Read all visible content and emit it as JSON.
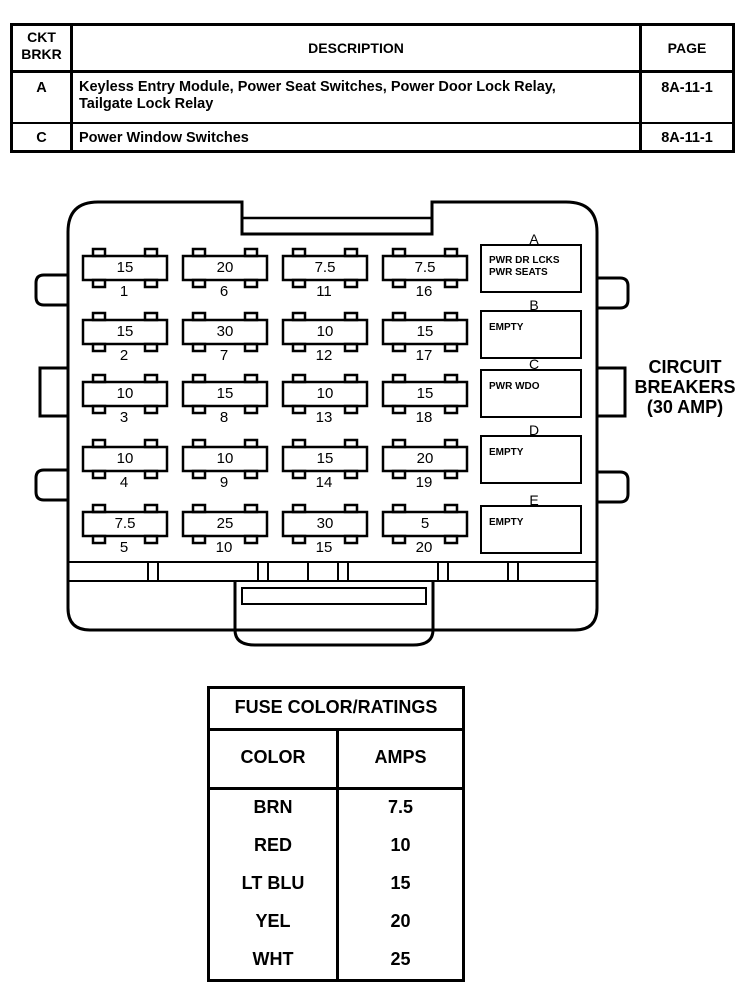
{
  "circuit_table": {
    "headers": {
      "ckt": [
        "CKT",
        "BRKR"
      ],
      "description": "DESCRIPTION",
      "page": "PAGE"
    },
    "rows": [
      {
        "ckt": "A",
        "description_lines": [
          "Keyless Entry Module, Power Seat Switches, Power Door Lock Relay,",
          "Tailgate Lock Relay"
        ],
        "page": "8A-11-1"
      },
      {
        "ckt": "C",
        "description_lines": [
          "Power Window Switches"
        ],
        "page": "8A-11-1"
      }
    ]
  },
  "fuse_block": {
    "columns": [
      [
        {
          "value": "15",
          "number": "1"
        },
        {
          "value": "15",
          "number": "2"
        },
        {
          "value": "10",
          "number": "3"
        },
        {
          "value": "10",
          "number": "4"
        },
        {
          "value": "7.5",
          "number": "5"
        }
      ],
      [
        {
          "value": "20",
          "number": "6"
        },
        {
          "value": "30",
          "number": "7"
        },
        {
          "value": "15",
          "number": "8"
        },
        {
          "value": "10",
          "number": "9"
        },
        {
          "value": "25",
          "number": "10"
        }
      ],
      [
        {
          "value": "7.5",
          "number": "11"
        },
        {
          "value": "10",
          "number": "12"
        },
        {
          "value": "10",
          "number": "13"
        },
        {
          "value": "15",
          "number": "14"
        },
        {
          "value": "30",
          "number": "15"
        }
      ],
      [
        {
          "value": "7.5",
          "number": "16"
        },
        {
          "value": "15",
          "number": "17"
        },
        {
          "value": "15",
          "number": "18"
        },
        {
          "value": "20",
          "number": "19"
        },
        {
          "value": "5",
          "number": "20"
        }
      ]
    ],
    "breakers": [
      {
        "letter": "A",
        "lines": [
          "PWR DR LCKS",
          "PWR SEATS"
        ]
      },
      {
        "letter": "B",
        "lines": [
          "EMPTY"
        ]
      },
      {
        "letter": "C",
        "lines": [
          "PWR WDO"
        ]
      },
      {
        "letter": "D",
        "lines": [
          "EMPTY"
        ]
      },
      {
        "letter": "E",
        "lines": [
          "EMPTY"
        ]
      }
    ],
    "caption": [
      "CIRCUIT",
      "BREAKERS",
      "(30 AMP)"
    ]
  },
  "fuse_ratings": {
    "title": "FUSE COLOR/RATINGS",
    "headers": [
      "COLOR",
      "AMPS"
    ],
    "rows": [
      {
        "color": "BRN",
        "amps": "7.5"
      },
      {
        "color": "RED",
        "amps": "10"
      },
      {
        "color": "LT BLU",
        "amps": "15"
      },
      {
        "color": "YEL",
        "amps": "20"
      },
      {
        "color": "WHT",
        "amps": "25"
      }
    ]
  }
}
